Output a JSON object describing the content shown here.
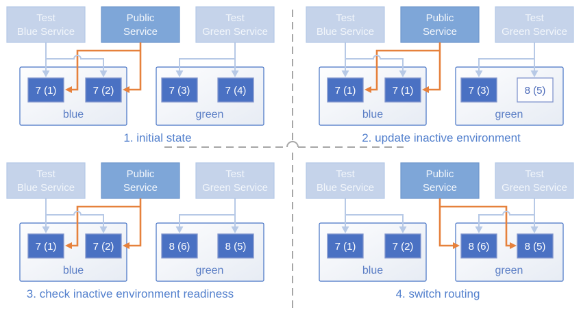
{
  "title": "blue-green deployment routing diagram",
  "colors": {
    "service_light_fill": "#c5d3ea",
    "service_public_fill": "#7ea6d8",
    "task_fill": "#4a71c3",
    "task_outline_fill": "#fdfdfe",
    "container_border": "#4472c4",
    "public_route_arrow_orange": "#e6813c",
    "test_route_arrow_blue": "#b7c9e6",
    "caption_text": "#5380cd",
    "divider_gray": "#a6a6a6"
  },
  "panels": [
    {
      "caption": "1. initial state",
      "public_routes_to": "blue",
      "services": [
        {
          "line1": "Test",
          "line2": "Blue Service"
        },
        {
          "line1": "Public",
          "line2": "Service"
        },
        {
          "line1": "Test",
          "line2": "Green Service"
        }
      ],
      "environments": [
        {
          "name": "blue",
          "tasks": [
            {
              "label": "7 (1)",
              "style": "solid"
            },
            {
              "label": "7 (2)",
              "style": "solid"
            }
          ]
        },
        {
          "name": "green",
          "tasks": [
            {
              "label": "7 (3)",
              "style": "solid"
            },
            {
              "label": "7 (4)",
              "style": "solid"
            }
          ]
        }
      ]
    },
    {
      "caption": "2. update inactive environment",
      "public_routes_to": "blue",
      "services": [
        {
          "line1": "Test",
          "line2": "Blue Service"
        },
        {
          "line1": "Public",
          "line2": "Service"
        },
        {
          "line1": "Test",
          "line2": "Green Service"
        }
      ],
      "environments": [
        {
          "name": "blue",
          "tasks": [
            {
              "label": "7 (1)",
              "style": "solid"
            },
            {
              "label": "7 (1)",
              "style": "solid"
            }
          ]
        },
        {
          "name": "green",
          "tasks": [
            {
              "label": "7 (3)",
              "style": "solid"
            },
            {
              "label": "8 (5)",
              "style": "outline"
            }
          ]
        }
      ]
    },
    {
      "caption": "3. check inactive environment readiness",
      "public_routes_to": "blue",
      "services": [
        {
          "line1": "Test",
          "line2": "Blue Service"
        },
        {
          "line1": "Public",
          "line2": "Service"
        },
        {
          "line1": "Test",
          "line2": "Green Service"
        }
      ],
      "environments": [
        {
          "name": "blue",
          "tasks": [
            {
              "label": "7 (1)",
              "style": "solid"
            },
            {
              "label": "7 (2)",
              "style": "solid"
            }
          ]
        },
        {
          "name": "green",
          "tasks": [
            {
              "label": "8 (6)",
              "style": "solid"
            },
            {
              "label": "8 (5)",
              "style": "solid"
            }
          ]
        }
      ]
    },
    {
      "caption": "4. switch routing",
      "public_routes_to": "green",
      "services": [
        {
          "line1": "Test",
          "line2": "Blue Service"
        },
        {
          "line1": "Public",
          "line2": "Service"
        },
        {
          "line1": "Test",
          "line2": "Green Service"
        }
      ],
      "environments": [
        {
          "name": "blue",
          "tasks": [
            {
              "label": "7 (1)",
              "style": "solid"
            },
            {
              "label": "7 (2)",
              "style": "solid"
            }
          ]
        },
        {
          "name": "green",
          "tasks": [
            {
              "label": "8 (6)",
              "style": "solid"
            },
            {
              "label": "8 (5)",
              "style": "solid"
            }
          ]
        }
      ]
    }
  ]
}
